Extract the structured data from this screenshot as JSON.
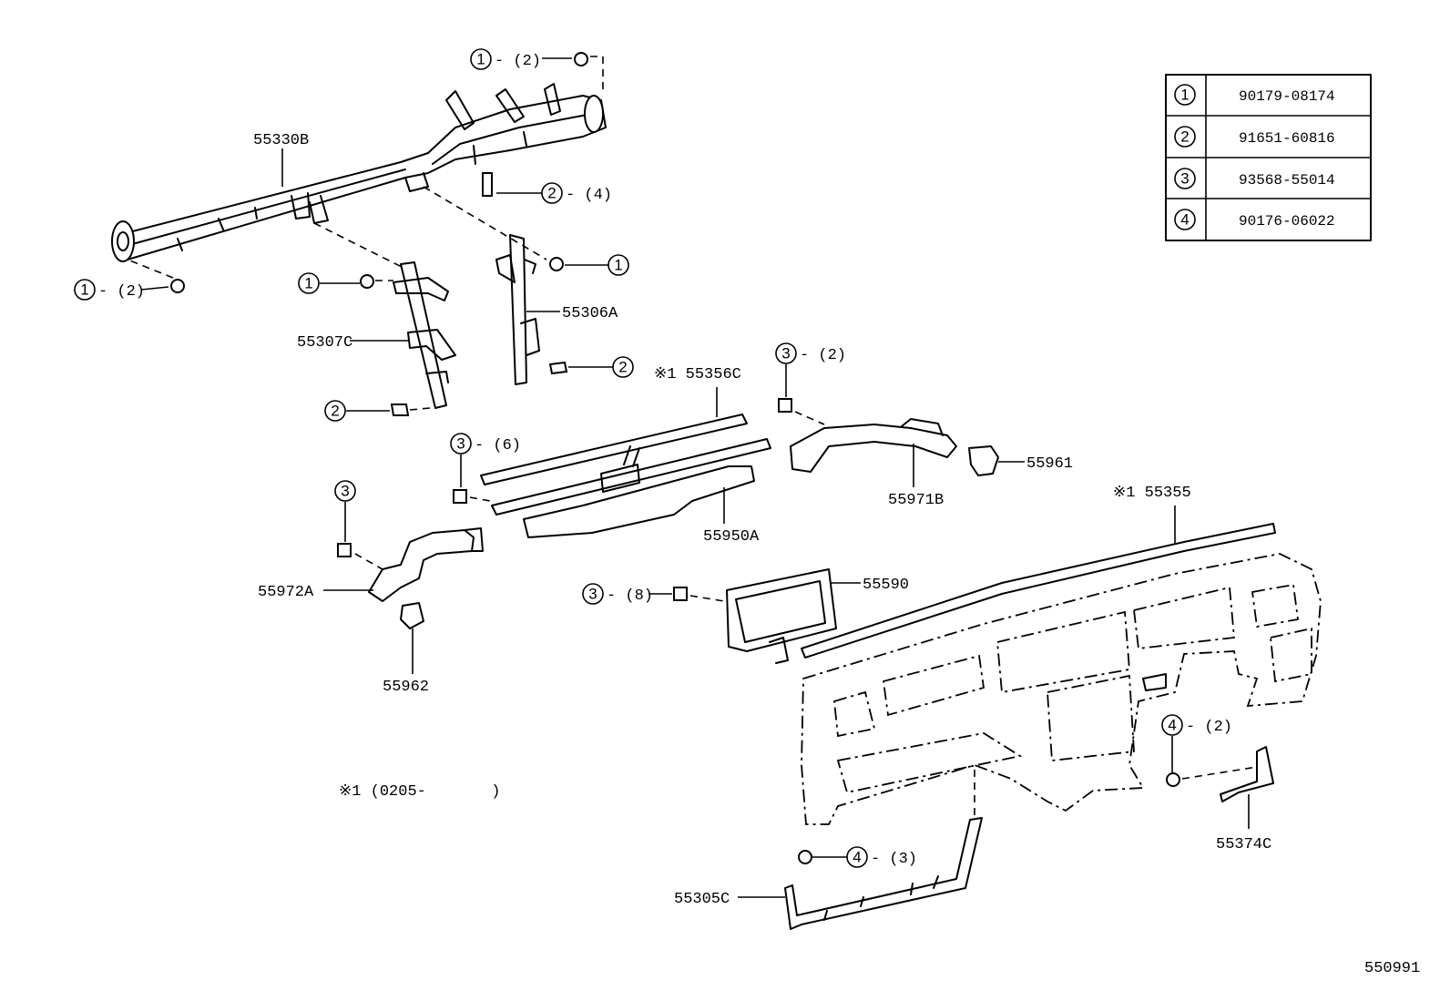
{
  "legend_table": [
    {
      "ref": "1",
      "part_no": "90179-08174"
    },
    {
      "ref": "2",
      "part_no": "91651-60816"
    },
    {
      "ref": "3",
      "part_no": "93568-55014"
    },
    {
      "ref": "4",
      "part_no": "90176-06022"
    }
  ],
  "callouts": {
    "c1_top_qty": "- (2)",
    "c2_qty4": "- (4)",
    "c1_left_qty": "- (2)",
    "c3_qty2": "- (2)",
    "c3_qty6": "- (6)",
    "c3_qty8": "- (8)",
    "c4_qty2": "- (2)",
    "c4_qty3": "- (3)"
  },
  "part_labels": {
    "p55330B": "55330B",
    "p55306A": "55306A",
    "p55307C": "55307C",
    "p55356C": "※1 55356C",
    "p55971B": "55971B",
    "p55961": "55961",
    "p55950A": "55950A",
    "p55355": "※1 55355",
    "p55972A": "55972A",
    "p55962": "55962",
    "p55590": "55590",
    "p55374C": "55374C",
    "p55305C": "55305C"
  },
  "footnote": "※1 (0205-       )",
  "diagram_id": "550991"
}
